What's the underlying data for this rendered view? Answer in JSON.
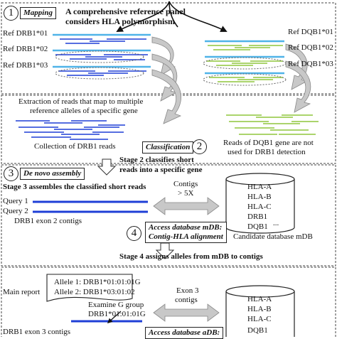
{
  "stage1": {
    "number": "1",
    "title": "Mapping",
    "heading_line1": "A comprehensive reference panel",
    "heading_line2": "considers HLA polymorphism",
    "left_refs": [
      "Ref DRB1*01",
      "Ref DRB1*02",
      "Ref DRB1*03"
    ],
    "right_refs": [
      "Ref DQB1*01",
      "Ref DQB1*02",
      "Ref DQB1*03"
    ]
  },
  "stage2": {
    "number": "2",
    "title": "Classification",
    "extraction_line1": "Extraction of reads that map to multiple",
    "extraction_line2": "reference alleles of a specific gene",
    "collection_label": "Collection of DRB1 reads",
    "dqb1_note_line1": "Reads of DQB1 gene are not",
    "dqb1_note_line2": "used for DRB1 detection",
    "summary_line1": "Stage 2 classifies short",
    "summary_line2": "reads into a specific gene"
  },
  "stage3": {
    "number": "3",
    "title": "De novo assembly",
    "summary": "Stage 3 assembles the classified short reads",
    "query1": "Query 1",
    "query2": "Query 2",
    "contigs_label": "DRB1 exon 2 contigs",
    "contig_threshold_line1": "Contigs",
    "contig_threshold_line2": "> 5X",
    "database_entries": [
      "HLA-A",
      "HLA-B",
      "HLA-C",
      "DRB1",
      "DQB1"
    ],
    "database_ellipsis": "...",
    "database_label": "Candidate database mDB"
  },
  "stage4": {
    "number": "4",
    "title_line1": "Access database mDB:",
    "title_line2": "Contig-HLA alignment",
    "summary": "Stage 4 assigns alleles from mDB to contigs"
  },
  "report": {
    "main_report_label": "Main report",
    "allele1": "Allele 1: DRB1*01:01:01G",
    "allele2": "Allele 2: DRB1*03:01:02",
    "exon3_line1": "Exon 3",
    "exon3_line2": "contigs",
    "examine_line1": "Examine G group",
    "examine_line2": "DRB1*01:01:01G",
    "database_entries": [
      "HLA-A",
      "HLA-B",
      "HLA-C",
      "DQB1"
    ],
    "contigs_label": "DRB1 exon 3 contigs",
    "access_label": "Access database aDB:"
  },
  "colors": {
    "blue": "#1f3fd6",
    "light_blue": "#4fb3e8",
    "green": "#8fc63c",
    "gray_arrow": "#c8c8c8",
    "border": "#222222"
  }
}
